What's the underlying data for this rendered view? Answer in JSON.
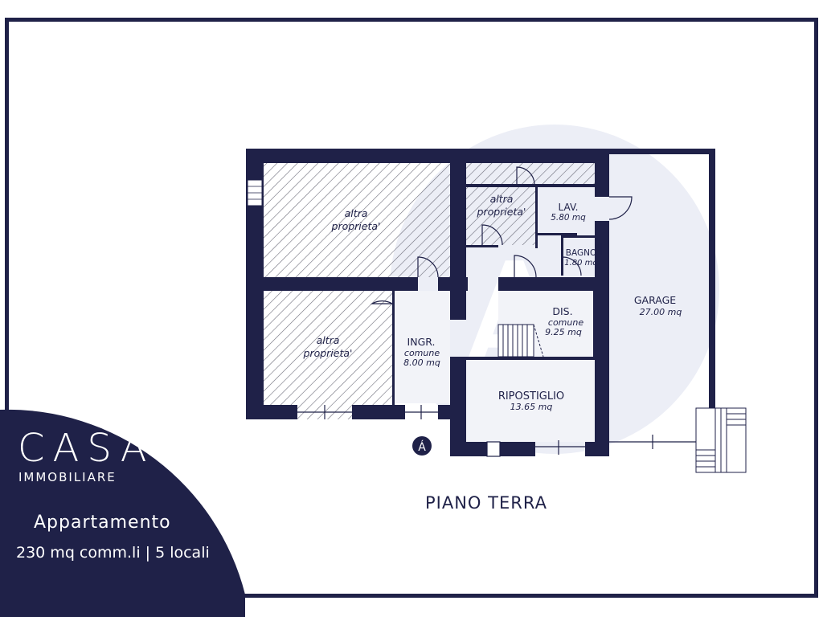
{
  "floor_title": "PIANO TERRA",
  "entrance_mark": "Á",
  "rooms": {
    "other1": {
      "line1": "altra",
      "line2": "proprieta'"
    },
    "other2": {
      "line1": "altra",
      "line2": "proprieta'"
    },
    "other3": {
      "line1": "altra",
      "line2": "proprieta'"
    },
    "lav": {
      "name": "LAV.",
      "area": "5.80 mq"
    },
    "bagno": {
      "name": "BAGNO",
      "area": "1.80 mq"
    },
    "garage": {
      "name": "GARAGE",
      "area": "27.00 mq"
    },
    "dis": {
      "name": "DIS.",
      "sub": "comune",
      "area": "9.25 mq"
    },
    "ingr": {
      "name": "INGR.",
      "sub": "comune",
      "area": "8.00 mq"
    },
    "ripostiglio": {
      "name": "RIPOSTIGLIO",
      "area": "13.65 mq"
    }
  },
  "brand": {
    "name": "CASÀ",
    "subtitle": "IMMOBILIARE"
  },
  "listing": {
    "type": "Appartamento",
    "details": "230 mq comm.li | 5 locali"
  },
  "colors": {
    "navy": "#1f2148",
    "watermark": "#eceef6",
    "hatch": "#6d6d7a"
  }
}
